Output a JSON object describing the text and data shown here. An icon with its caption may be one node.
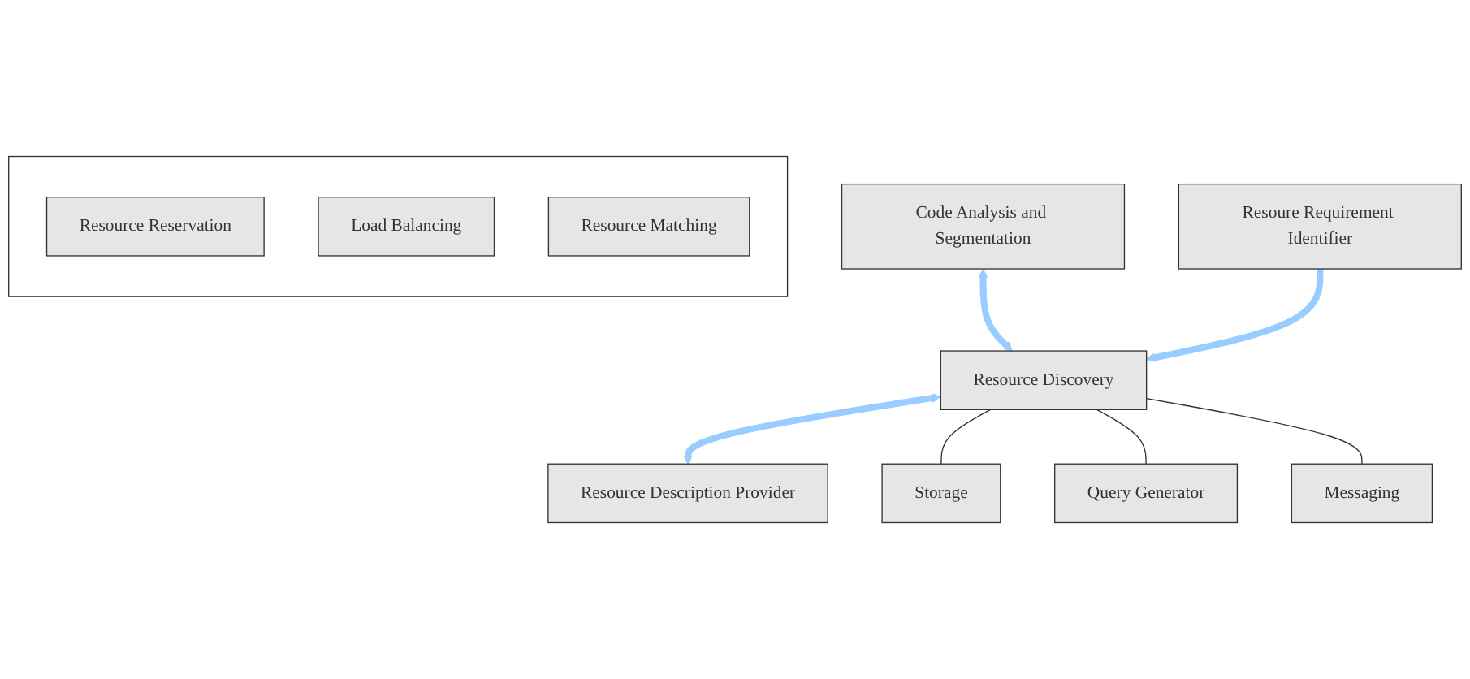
{
  "diagram": {
    "nodes": [
      {
        "text": [
          "Code Analysis and Segmentation"
        ]
      },
      {
        "text": [
          "Resoure Requirement Identifier"
        ]
      },
      {
        "text": [],
        "shape": "box"
      },
      {
        "text": [
          "Resource Reservation"
        ],
        "in": 2
      },
      {
        "text": [
          "Load Balancing"
        ],
        "in": 2
      },
      {
        "text": [
          "Resource Matching"
        ],
        "in": 2
      },
      {
        "text": [
          "Resource Discovery"
        ]
      },
      {
        "text": [
          "Storage"
        ]
      },
      {
        "text": [
          "Query Generator"
        ]
      },
      {
        "text": [
          "Messaging"
        ]
      },
      {
        "text": [
          "Resource Description Provider"
        ]
      }
    ],
    "edges": [
      {
        "from": 0,
        "to": 6,
        "arrow": "both",
        "style": "thick",
        "color": "#99ccff"
      },
      {
        "from": 1,
        "to": 6,
        "arrow": "to",
        "style": "thick",
        "color": "#99ccff"
      },
      {
        "from": 6,
        "to": 10,
        "arrow": "both",
        "style": "thick",
        "color": "#99ccff"
      },
      {
        "from": 6,
        "to": 7,
        "arrow": "none",
        "color": "#333333"
      },
      {
        "from": 6,
        "to": 8,
        "arrow": "none",
        "color": "#333333"
      },
      {
        "from": 6,
        "to": 9,
        "arrow": "none",
        "color": "#333333"
      }
    ]
  }
}
